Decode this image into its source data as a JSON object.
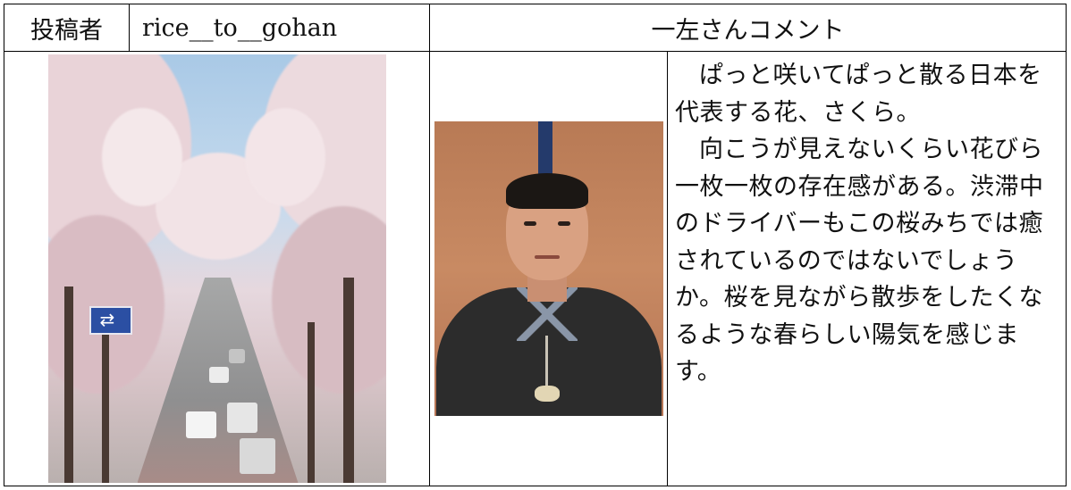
{
  "header": {
    "poster_label": "投稿者",
    "poster_name": "rice__to__gohan",
    "comment_title": "一左さんコメント"
  },
  "photos": {
    "submission_photo": "cherry-blossom-avenue-photo",
    "commenter_photo": "commenter-portrait-photo"
  },
  "comment": {
    "paragraphs": [
      "ぱっと咲いてぱっと散る日本を代表する花、さくら。",
      "向こうが見えないくらい花びら一枚一枚の存在感がある。渋滞中のドライバーもこの桜みちでは癒されているのではないでしょうか。桜を見ながら散歩をしたくなるような春らしい陽気を感じます。"
    ]
  },
  "colors": {
    "border": "#000000",
    "text": "#111111",
    "background": "#ffffff"
  }
}
